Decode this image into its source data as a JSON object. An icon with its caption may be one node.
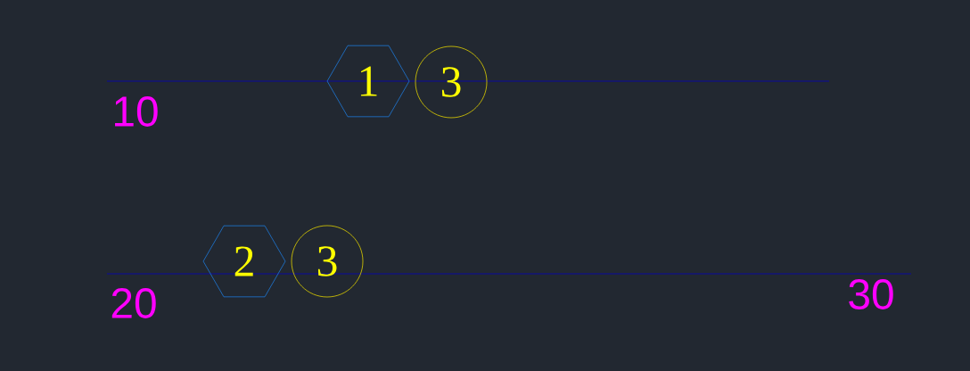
{
  "diagram": {
    "nodes": [
      {
        "text": [
          "1"
        ]
      },
      {
        "text": [
          "3"
        ]
      },
      {
        "text": [
          "2"
        ]
      },
      {
        "text": [
          "3"
        ]
      }
    ],
    "labels": [
      "10",
      "20",
      "30"
    ]
  }
}
